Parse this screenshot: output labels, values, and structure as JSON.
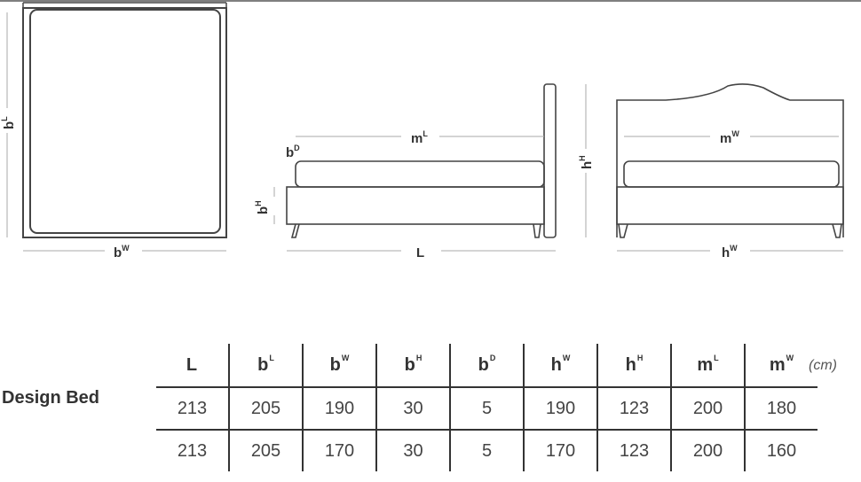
{
  "diagram": {
    "top_view": {
      "width_label": {
        "base": "b",
        "sup": "W"
      },
      "length_label": {
        "base": "b",
        "sup": "L"
      }
    },
    "side_view": {
      "mattress_length_label": {
        "base": "m",
        "sup": "L"
      },
      "base_depth_label": {
        "base": "b",
        "sup": "D"
      },
      "base_height_label": {
        "base": "b",
        "sup": "H"
      },
      "length_label": {
        "base": "L",
        "sup": ""
      }
    },
    "front_view": {
      "mattress_width_label": {
        "base": "m",
        "sup": "W"
      },
      "headboard_height_label": {
        "base": "h",
        "sup": "H"
      },
      "headboard_width_label": {
        "base": "h",
        "sup": "W"
      }
    }
  },
  "specs": {
    "title": "Design Bed",
    "unit": "(cm)",
    "columns": [
      {
        "base": "L",
        "sup": ""
      },
      {
        "base": "b",
        "sup": "L"
      },
      {
        "base": "b",
        "sup": "W"
      },
      {
        "base": "b",
        "sup": "H"
      },
      {
        "base": "b",
        "sup": "D"
      },
      {
        "base": "h",
        "sup": "W"
      },
      {
        "base": "h",
        "sup": "H"
      },
      {
        "base": "m",
        "sup": "L"
      },
      {
        "base": "m",
        "sup": "W"
      }
    ],
    "rows": [
      [
        "213",
        "205",
        "190",
        "30",
        "5",
        "190",
        "123",
        "200",
        "180"
      ],
      [
        "213",
        "205",
        "170",
        "30",
        "5",
        "170",
        "123",
        "200",
        "160"
      ]
    ]
  }
}
